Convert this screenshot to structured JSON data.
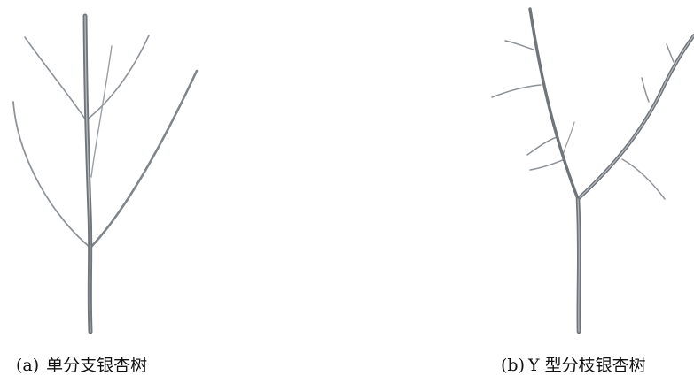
{
  "figures": [
    {
      "tag": "(a)",
      "label": "单分支银杏树",
      "trunk_color": "#6f757a",
      "branch_color": "#8a8f94"
    },
    {
      "tag": "(b)",
      "label": "Y 型分枝银杏树",
      "trunk_color": "#6f757a",
      "branch_color": "#8a8f94"
    }
  ]
}
